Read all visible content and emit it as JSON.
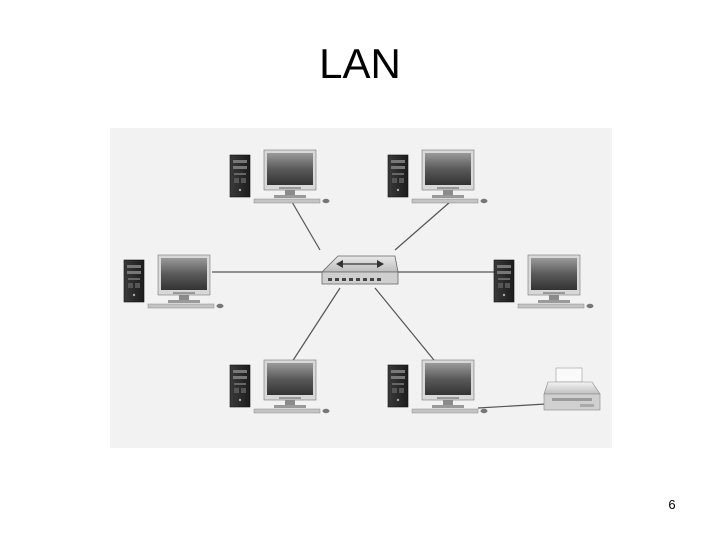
{
  "slide": {
    "title": "LAN",
    "page_number": "6"
  },
  "diagram": {
    "hub": {
      "icon": "network-switch-icon"
    },
    "nodes": [
      {
        "id": "pc-top-left",
        "icon": "desktop-computer-icon"
      },
      {
        "id": "pc-top-right",
        "icon": "desktop-computer-icon"
      },
      {
        "id": "pc-mid-left",
        "icon": "desktop-computer-icon"
      },
      {
        "id": "pc-mid-right",
        "icon": "desktop-computer-icon"
      },
      {
        "id": "pc-bottom-left",
        "icon": "desktop-computer-icon"
      },
      {
        "id": "pc-bottom-right",
        "icon": "desktop-computer-icon"
      },
      {
        "id": "printer",
        "icon": "printer-icon"
      }
    ],
    "colors": {
      "background": "#f2f2f2",
      "link": "#555555"
    }
  }
}
